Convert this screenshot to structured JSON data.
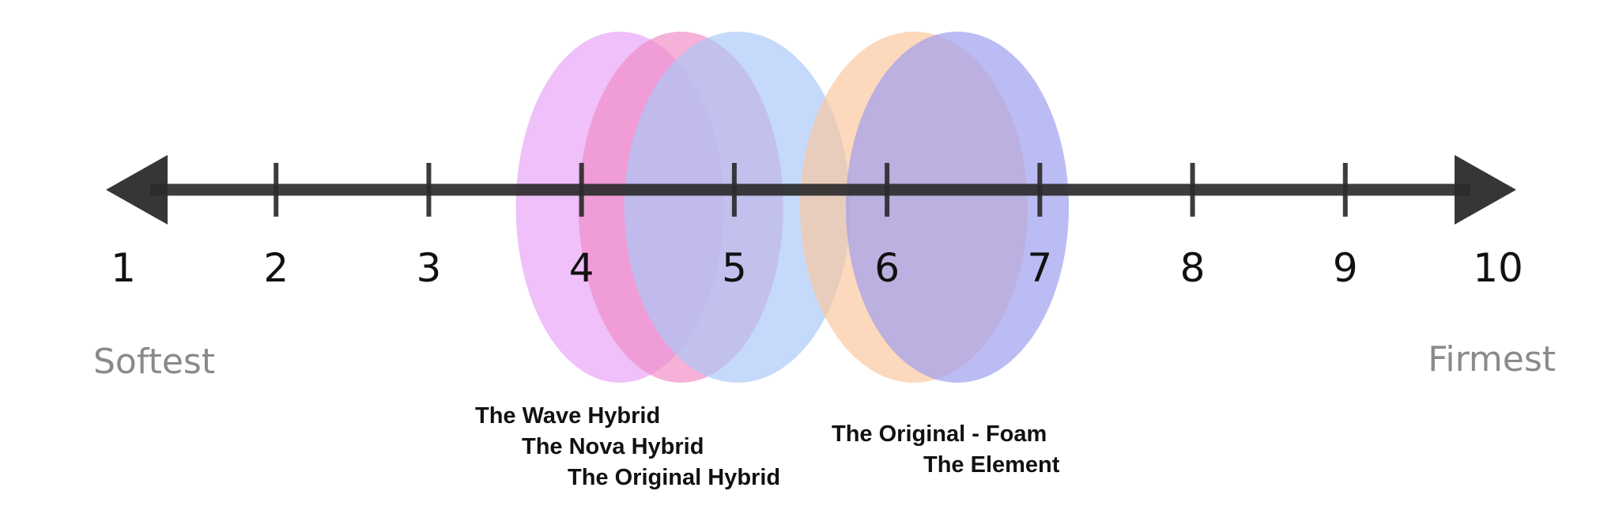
{
  "scale": {
    "min": 1,
    "max": 10,
    "ticks": [
      1,
      2,
      3,
      4,
      5,
      6,
      7,
      8,
      9,
      10
    ],
    "tick_labels": [
      "1",
      "2",
      "3",
      "4",
      "5",
      "6",
      "7",
      "8",
      "9",
      "10"
    ],
    "low_label": "Softest",
    "high_label": "Firmest",
    "line_color": "#2b2b2b"
  },
  "ranges": [
    {
      "label": "The Wave Hybrid",
      "from": 3.57,
      "to": 4.93,
      "color": "#e8a2f7"
    },
    {
      "label": "The Nova Hybrid",
      "from": 3.98,
      "to": 5.32,
      "color": "#f08cc6"
    },
    {
      "label": "The Original Hybrid",
      "from": 4.28,
      "to": 5.76,
      "color": "#a9c8f7"
    },
    {
      "label": "The Original - Foam",
      "from": 5.43,
      "to": 6.92,
      "color": "#fbc79e"
    },
    {
      "label": "The Element",
      "from": 5.73,
      "to": 7.19,
      "color": "#9c9cef"
    }
  ],
  "labels": {
    "wave": "The Wave Hybrid",
    "nova": "The Nova Hybrid",
    "original_hybrid": "The Original Hybrid",
    "original_foam": "The Original - Foam",
    "element": "The Element"
  }
}
